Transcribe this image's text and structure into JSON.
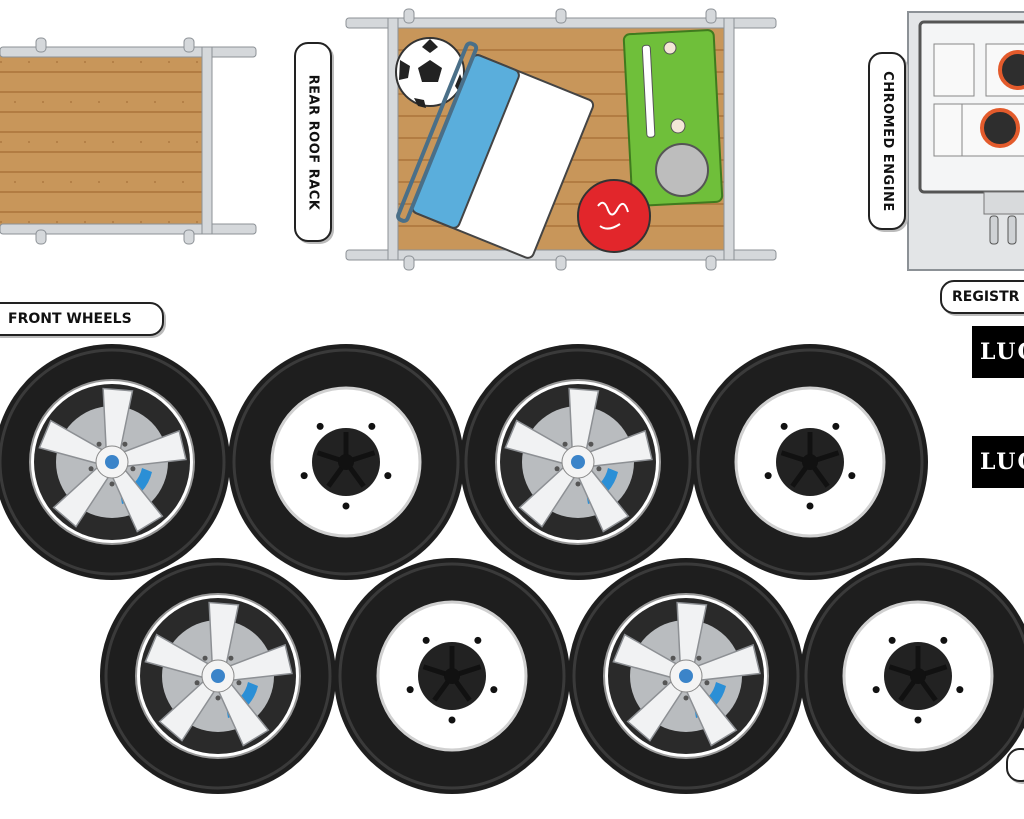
{
  "labels": {
    "rear_roof_rack": "REAR ROOF RACK",
    "chromed_engine": "CHROMED ENGINE",
    "registration": "REGISTR",
    "front_wheels": "FRONT WHEELS"
  },
  "plates": [
    "LUC",
    "LUC"
  ],
  "colors": {
    "rack_wood": "#c8965a",
    "rack_frame": "#c9cdd1",
    "cooler_blue": "#5aaedc",
    "radio_green": "#6fbf3a",
    "ball_red": "#e2262b",
    "tire": "#1e1e1e",
    "brake_caliper": "#2b8fd6"
  },
  "wheels": [
    {
      "style": "alloy-spoke"
    },
    {
      "style": "steel-hub"
    },
    {
      "style": "alloy-spoke"
    },
    {
      "style": "steel-hub"
    },
    {
      "style": "alloy-spoke"
    },
    {
      "style": "steel-hub"
    },
    {
      "style": "alloy-spoke"
    },
    {
      "style": "steel-hub"
    }
  ]
}
